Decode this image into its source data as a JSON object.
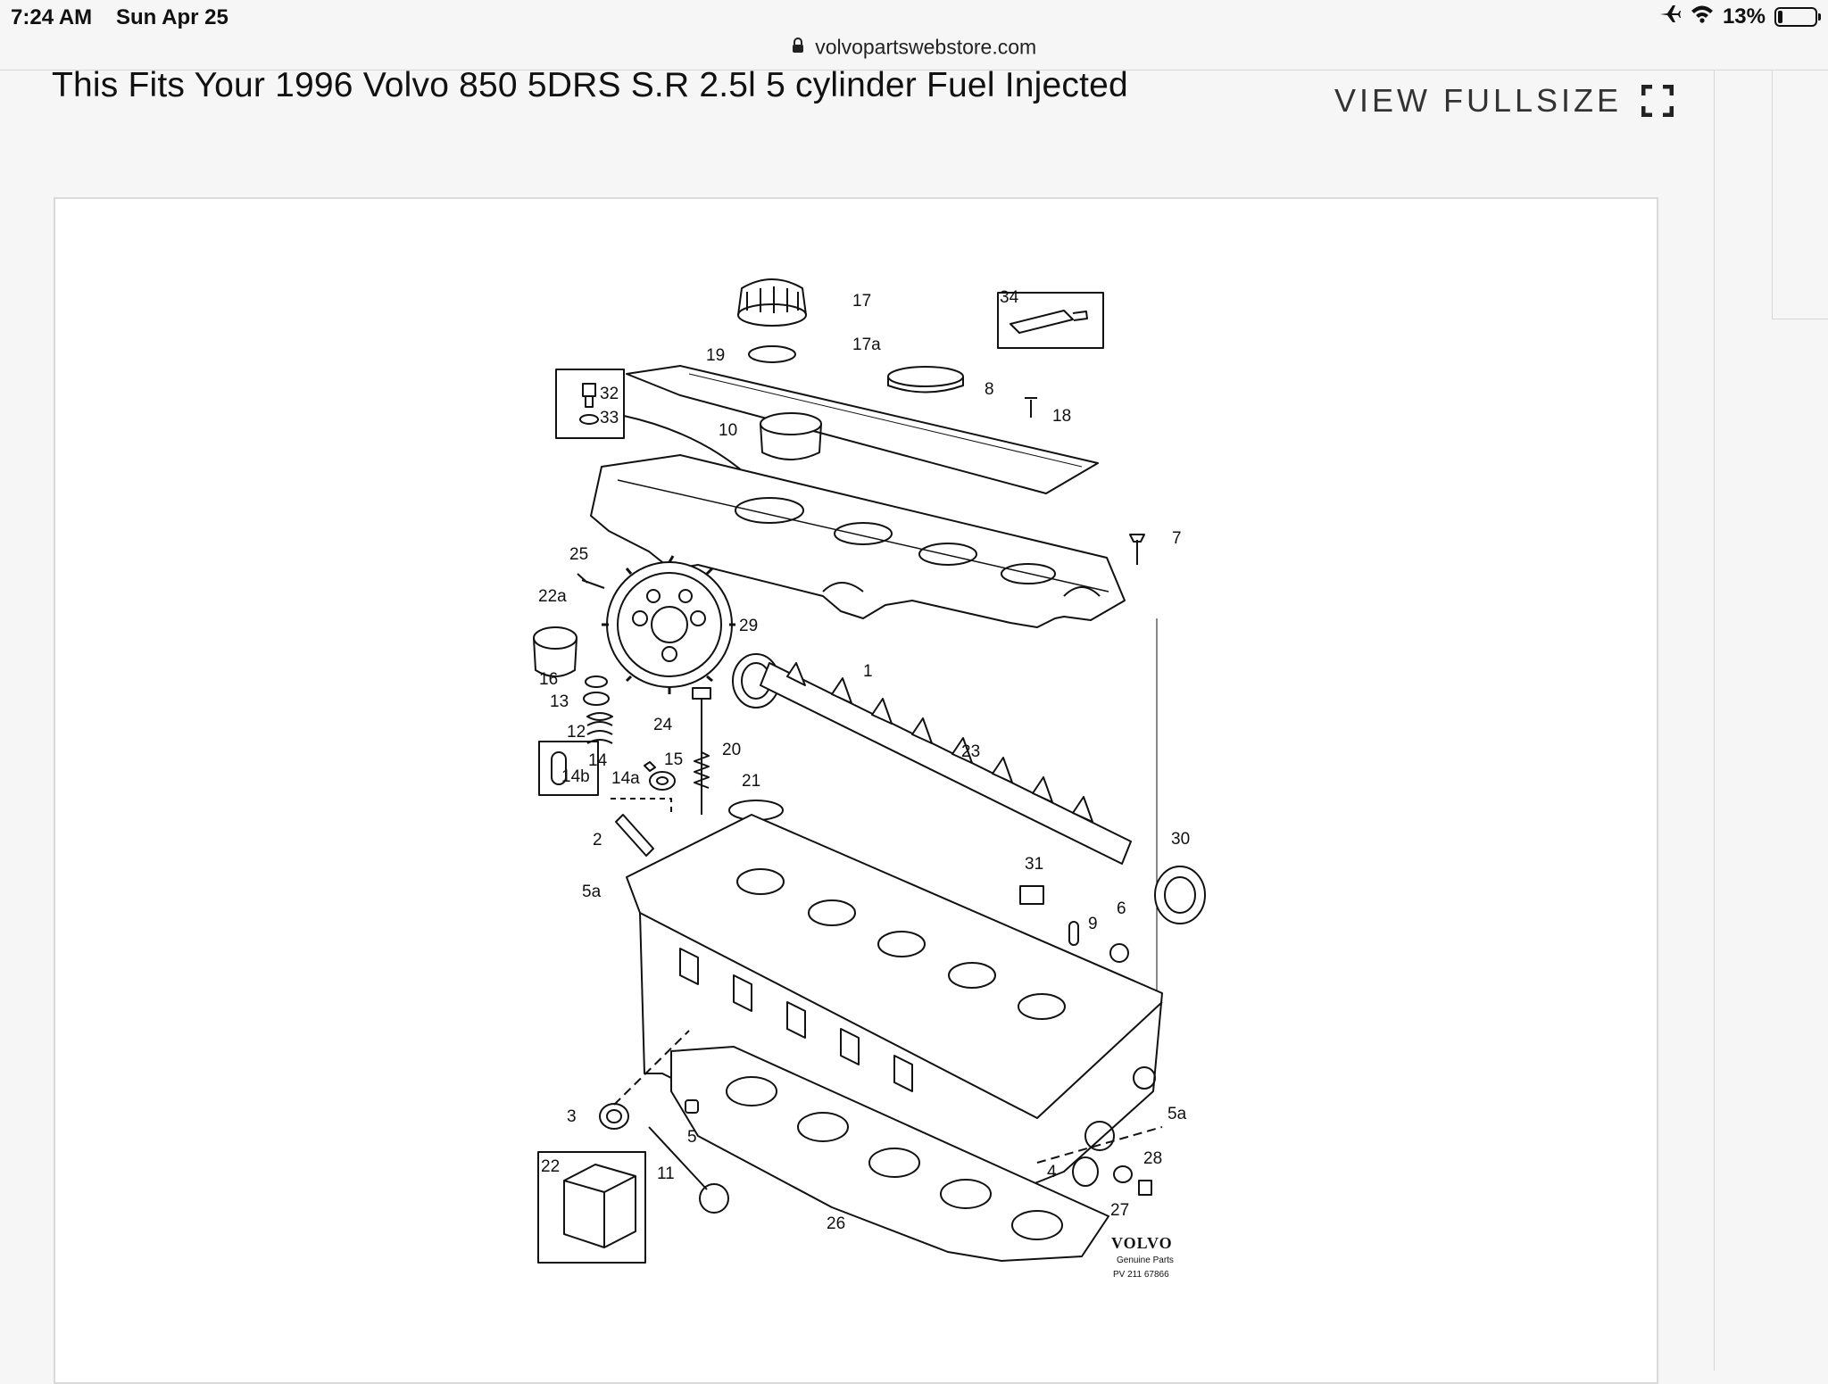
{
  "status_bar": {
    "time": "7:24 AM",
    "day": "Sun Apr 25",
    "battery": "13%",
    "battery_level": 0.13
  },
  "browser": {
    "host": "volvopartswebstore.com"
  },
  "page": {
    "title": "This Fits Your 1996 Volvo 850 5DRS S.R 2.5l 5 cylinder Fuel Injected",
    "view_fullsize": "VIEW FULLSIZE"
  },
  "diagram": {
    "callouts": [
      "17",
      "17a",
      "34",
      "19",
      "8",
      "18",
      "32",
      "33",
      "10",
      "7",
      "25",
      "22a",
      "29",
      "1",
      "16",
      "13",
      "24",
      "20",
      "12",
      "14",
      "14b",
      "14a",
      "15",
      "21",
      "23",
      "2",
      "5a",
      "31",
      "30",
      "6",
      "9",
      "3",
      "5",
      "5a",
      "28",
      "22",
      "11",
      "4",
      "27",
      "26"
    ],
    "logo": {
      "brand": "VOLVO",
      "tagline": "Genuine Parts",
      "code": "PV 211 67866"
    }
  }
}
